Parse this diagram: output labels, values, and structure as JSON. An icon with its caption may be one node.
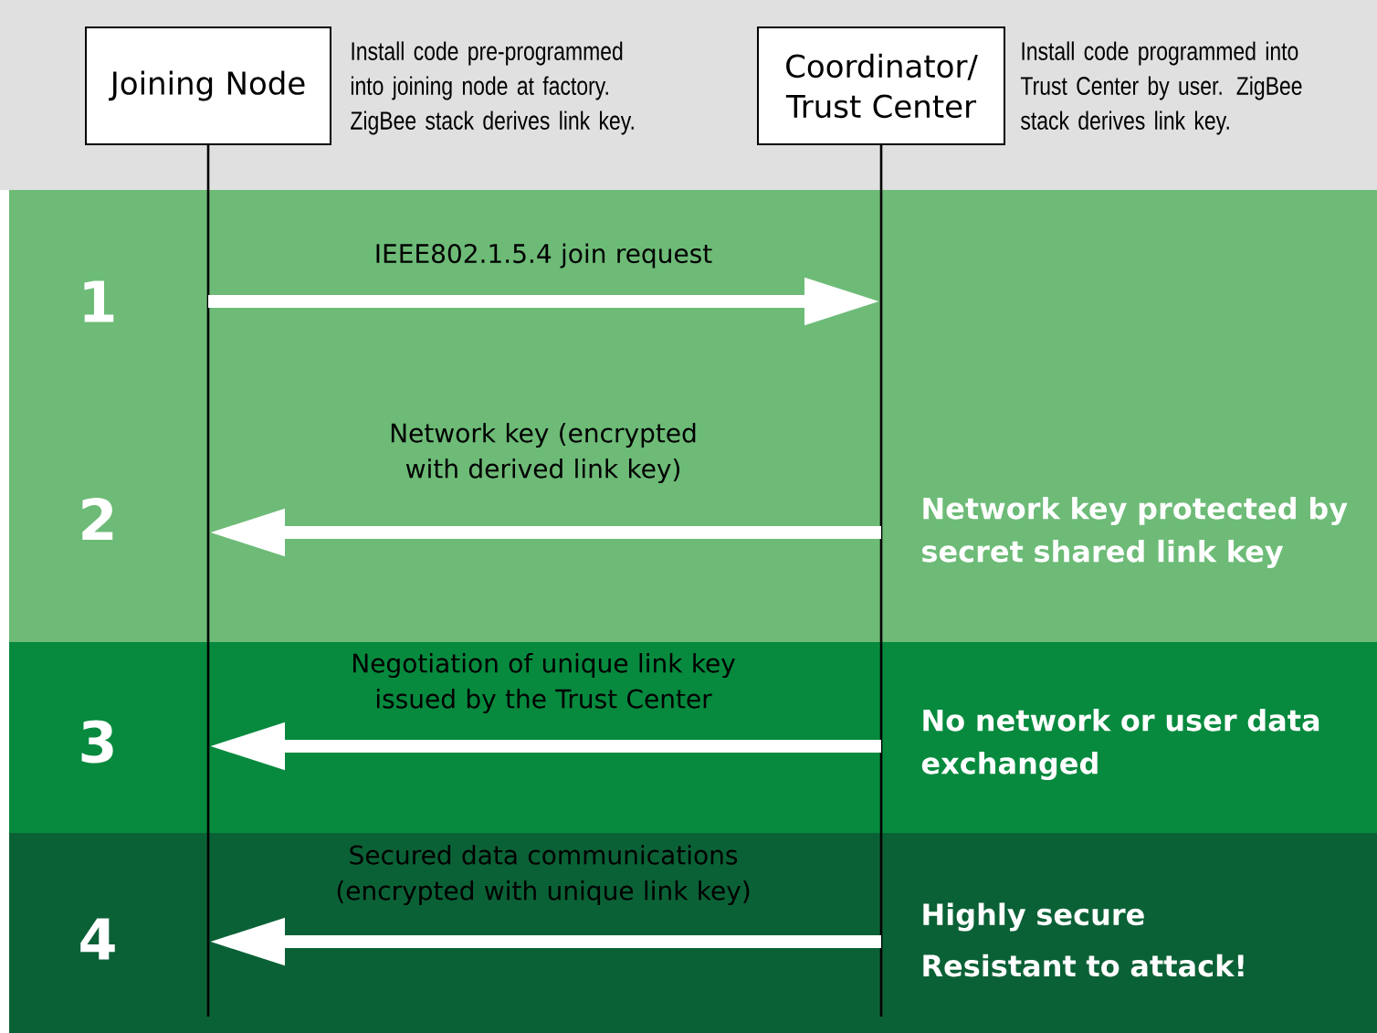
{
  "diagram": {
    "nodes": [
      {
        "text": [
          "Joining Node"
        ],
        "beside": [
          "Install code pre-programmed into joining node at factory. ZigBee stack derives link key."
        ]
      },
      {
        "text": [
          "Coordinator/ Trust Center"
        ],
        "beside": [
          "Install code programmed into Trust Center by user. ZigBee stack derives link key."
        ]
      }
    ],
    "edges": [
      {
        "from": 0,
        "to": 1,
        "arrow": "to",
        "label": "IEEE802.1.5.4 join request"
      },
      {
        "from": 1,
        "to": 0,
        "arrow": "to",
        "label": "Network key (encrypted with derived link key)"
      },
      {
        "from": 1,
        "to": 0,
        "arrow": "to",
        "label": "Negotiation of unique link key issued by the Trust Center"
      },
      {
        "from": 1,
        "to": 0,
        "arrow": "to",
        "label": "Secured data communications (encrypted with unique link key)"
      }
    ],
    "labels": [
      "1",
      "2",
      "Network key protected by secret shared link key",
      "3",
      "No network or user data exchanged",
      "4",
      "Highly secure",
      "Resistant to attack!"
    ]
  }
}
